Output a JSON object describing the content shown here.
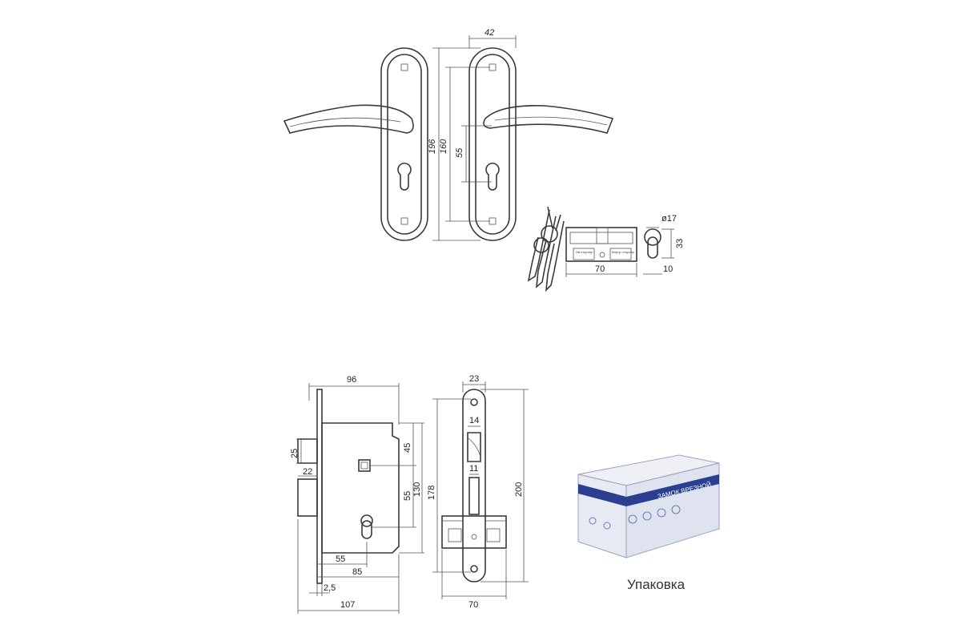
{
  "handle_set": {
    "dims": {
      "width": "42",
      "total_height": "196",
      "hole_span": "160",
      "handle_to_cylinder": "55"
    }
  },
  "cylinder": {
    "dims": {
      "length": "70",
      "diameter": "ø17",
      "height": "33",
      "offset": "10"
    },
    "labels": {
      "left": "На сторону",
      "right": "Внутр. сторону"
    }
  },
  "mortise_lock": {
    "dims": {
      "body_width": "96",
      "faceplate_to_spindle": "45",
      "spindle_to_cylinder": "55",
      "body_height": "130",
      "latch_offset": "25",
      "latch_depth": "22",
      "backset_55": "55",
      "backset_85": "85",
      "faceplate_thickness": "2,5",
      "total_width": "107"
    }
  },
  "faceplate": {
    "dims": {
      "width": "23",
      "latch_width": "14",
      "bolt_width": "11",
      "body_height": "178",
      "plate_height": "200",
      "strike_width": "70"
    }
  },
  "package": {
    "caption": "Упаковка",
    "box_text": "ЗАМОК ВРЕЗНОЙ",
    "colors": {
      "brand_blue": "#2a3f8f",
      "box_light": "#eef0f6"
    }
  }
}
